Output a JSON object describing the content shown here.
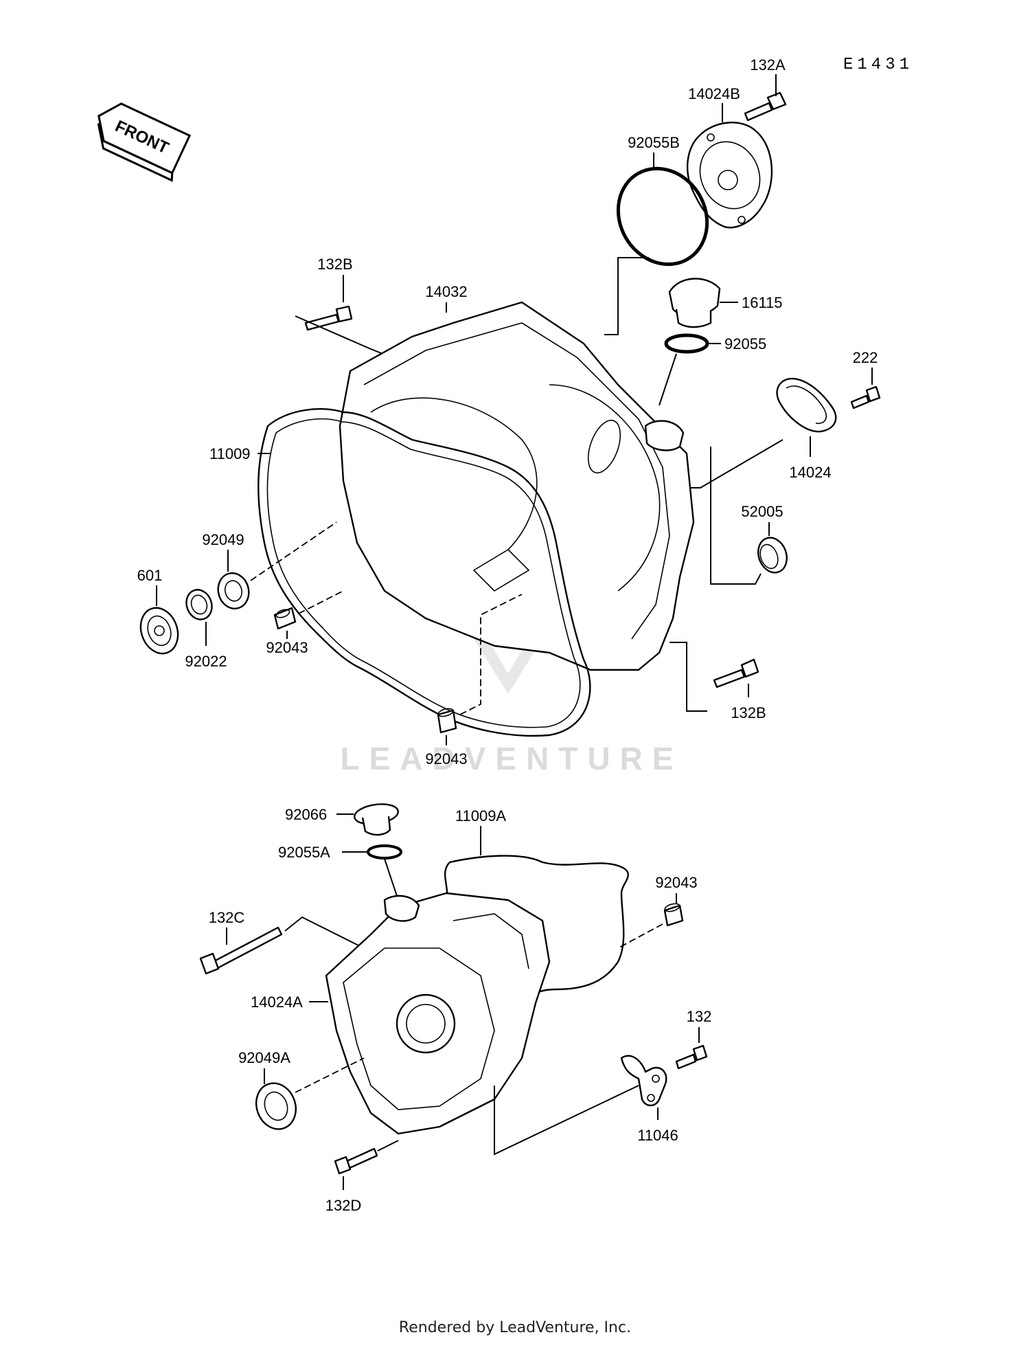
{
  "diagram": {
    "code": "E1431",
    "front_label": "FRONT",
    "watermark": "LEADVENTURE",
    "labels": {
      "132A": "132A",
      "14024B": "14024B",
      "92055B": "92055B",
      "132B_top": "132B",
      "14032": "14032",
      "16115": "16115",
      "92055": "92055",
      "222": "222",
      "11009": "11009",
      "14024": "14024",
      "52005": "52005",
      "92049": "92049",
      "601": "601",
      "92022": "92022",
      "92043_a": "92043",
      "132B_bottom": "132B",
      "92043_b": "92043",
      "92066": "92066",
      "11009A": "11009A",
      "92055A": "92055A",
      "92043_c": "92043",
      "132C": "132C",
      "14024A": "14024A",
      "132": "132",
      "92049A": "92049A",
      "11046": "11046",
      "132D": "132D"
    }
  },
  "footer": {
    "text": "Rendered by LeadVenture, Inc."
  }
}
